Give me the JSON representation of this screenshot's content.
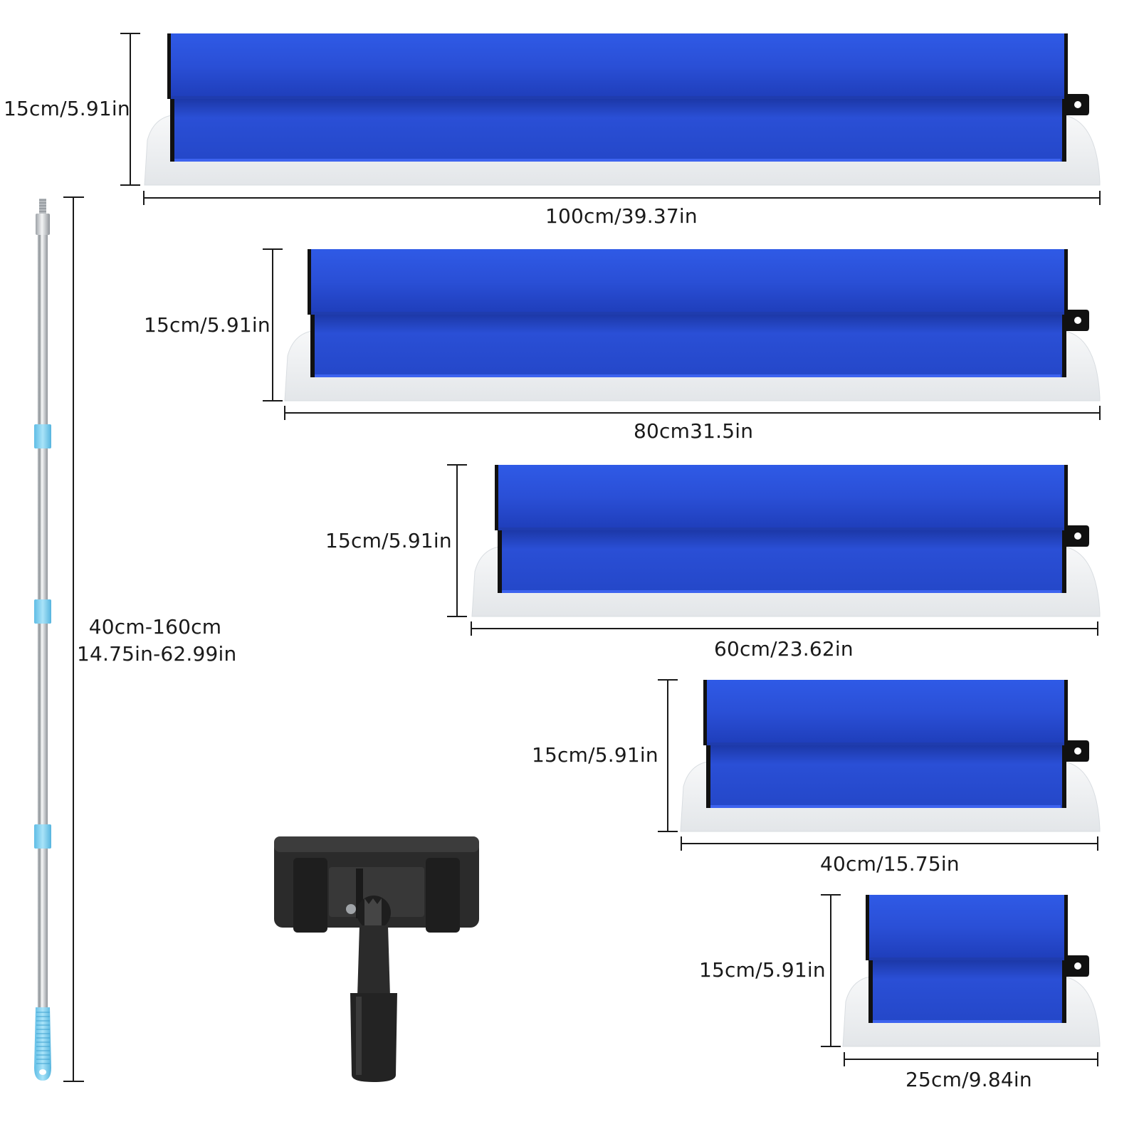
{
  "colors": {
    "blade_blue": "#2a4fd6",
    "blade_blue_dark": "#1f3cae",
    "plastic_edge": "#e9ebee",
    "rail_black": "#111111",
    "pole_steel": "#c9ccd0",
    "pole_collar": "#7fd0f0",
    "adapter_black": "#2b2b2b",
    "dimension_line": "#1a1a1a"
  },
  "pole": {
    "length_label": "40cm-160cm",
    "length_label_in": "14.75in-62.99in"
  },
  "adapter": {
    "icon": "pole-adapter-icon"
  },
  "blades": [
    {
      "width_label": "100cm/39.37in",
      "height_label": "15cm/5.91in"
    },
    {
      "width_label": "80cm31.5in",
      "height_label": "15cm/5.91in"
    },
    {
      "width_label": "60cm/23.62in",
      "height_label": "15cm/5.91in"
    },
    {
      "width_label": "40cm/15.75in",
      "height_label": "15cm/5.91in"
    },
    {
      "width_label": "25cm/9.84in",
      "height_label": "15cm/5.91in"
    }
  ]
}
